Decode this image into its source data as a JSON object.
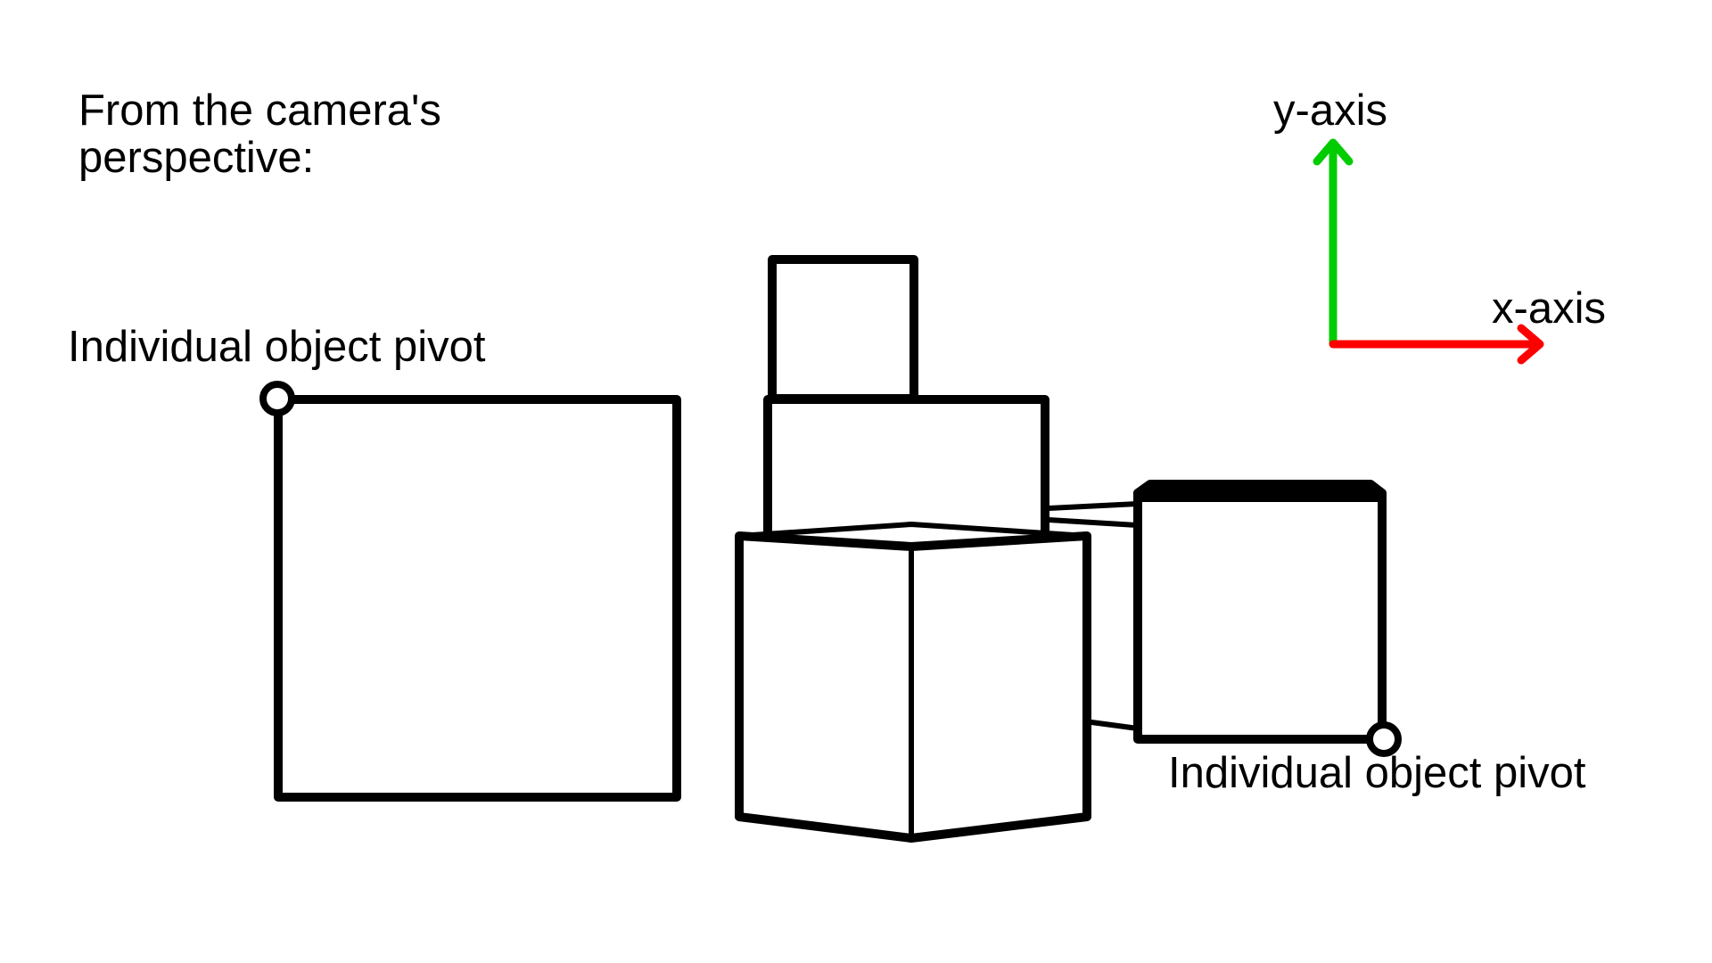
{
  "caption": {
    "line1": "From the camera's",
    "line2": "perspective:"
  },
  "axes": {
    "y_label": "y-axis",
    "x_label": "x-axis",
    "y_color": "#00cc00",
    "x_color": "#ff0000"
  },
  "pivots": {
    "left_label": "Individual object pivot",
    "right_label": "Individual object pivot"
  },
  "colors": {
    "line": "#000000",
    "background": "#ffffff"
  }
}
